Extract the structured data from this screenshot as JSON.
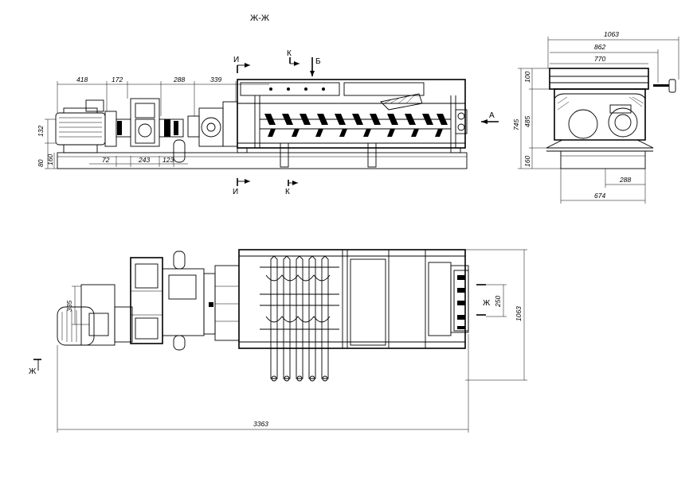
{
  "section_title": "Ж-Ж",
  "section_marks": {
    "I": "И",
    "K": "К",
    "B": "Б",
    "A": "А",
    "ZH": "Ж"
  },
  "dimensions": {
    "top_418": "418",
    "top_172": "172",
    "top_288": "288",
    "top_339": "339",
    "left_132": "132",
    "left_80": "80",
    "left_160": "160",
    "base_72": "72",
    "base_243": "243",
    "base_123": "123",
    "side_1063": "1063",
    "side_862": "862",
    "side_770": "770",
    "side_100": "100",
    "side_485": "485",
    "side_745": "745",
    "side_160": "160",
    "side_288": "288",
    "side_674": "674",
    "plan_335": "335",
    "plan_250": "250",
    "plan_1063": "1063",
    "plan_3363": "3363"
  }
}
